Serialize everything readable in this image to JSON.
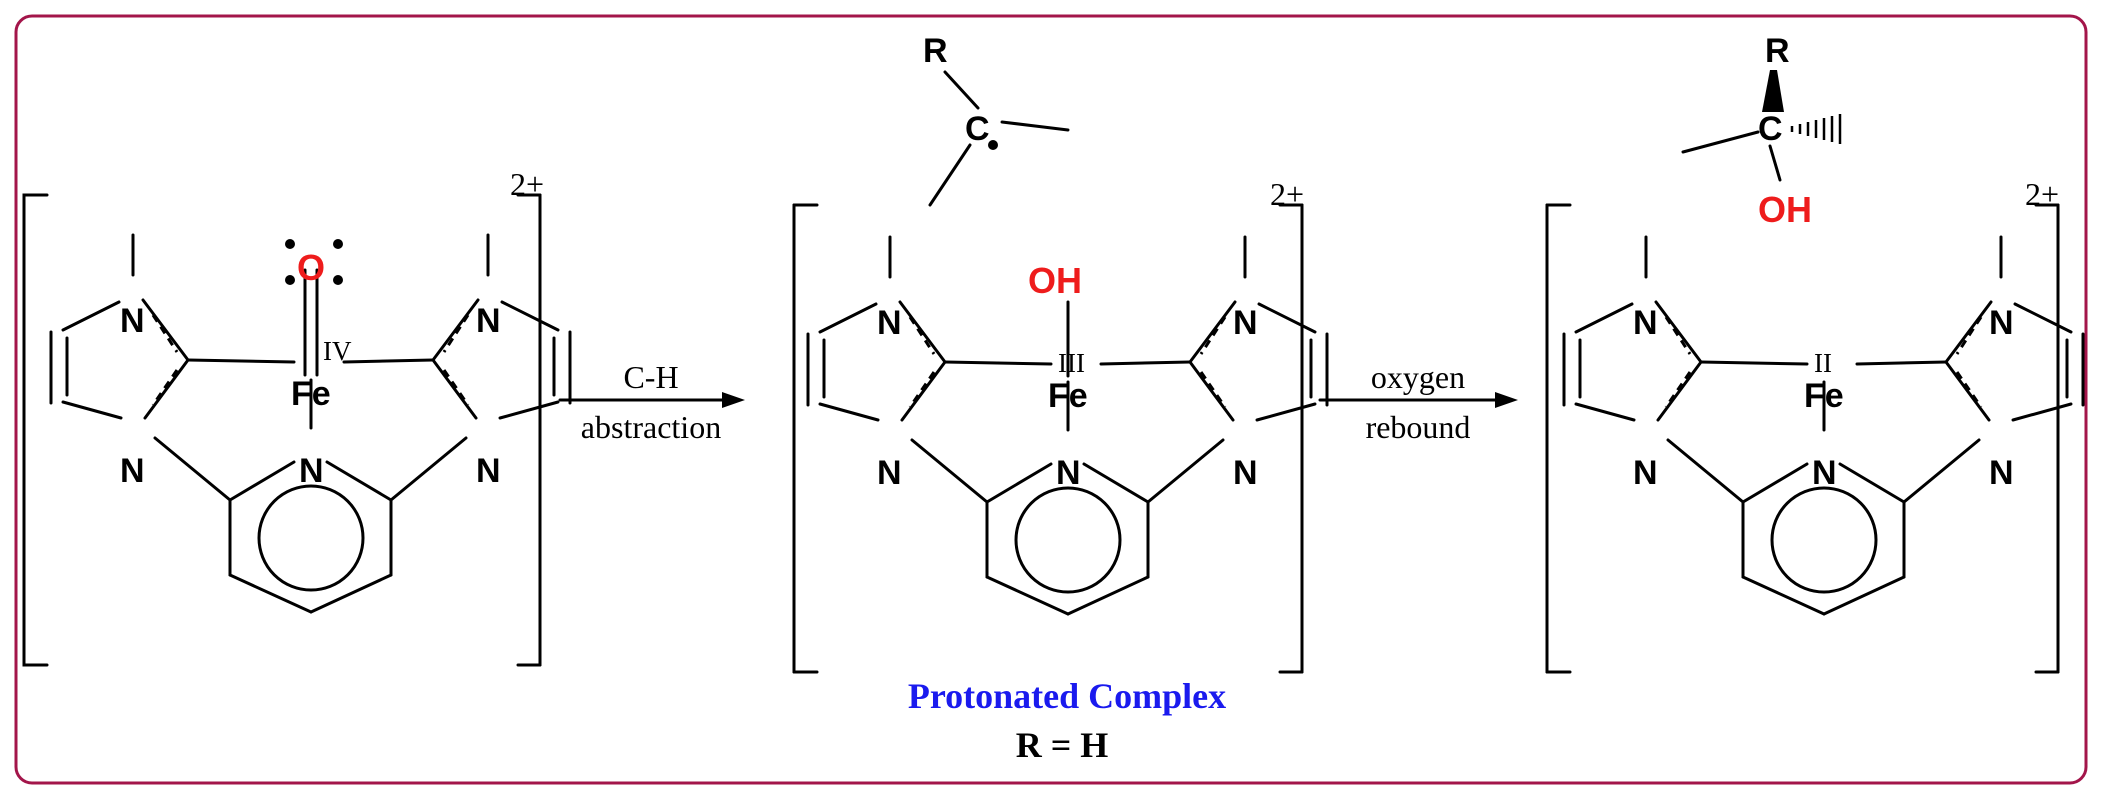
{
  "atoms": {
    "nitrogen": "N",
    "iron": "Fe",
    "oxygen": "O",
    "hydroxyl": "OH",
    "carbon": "C",
    "substituent": "R"
  },
  "complex_1": {
    "oxidation_state": "IV",
    "charge": "2+"
  },
  "complex_2": {
    "oxidation_state": "III",
    "charge": "2+"
  },
  "complex_3": {
    "oxidation_state": "II",
    "charge": "2+"
  },
  "arrow_1": {
    "line1": "C-H",
    "line2": "abstraction"
  },
  "arrow_2": {
    "line1": "oxygen",
    "line2": "rebound"
  },
  "caption": {
    "title": "Protonated Complex",
    "note": "R = H"
  },
  "colors": {
    "frame": "#a3154a",
    "heteroatom_red": "#ee1c1c",
    "caption_blue": "#1a1aee",
    "bond": "#000000"
  }
}
